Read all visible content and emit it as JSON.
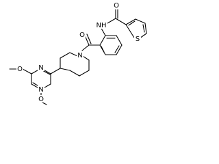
{
  "figure": {
    "type": "chemical-structure",
    "line_color": "#000000",
    "background": "#ffffff",
    "atom_labels": {
      "carbonyl_o_left": "O",
      "carbonyl_o_right": "O",
      "amide_nh": "NH",
      "piperidine_n": "N",
      "thiophene_s": "S",
      "pyrimidine_n_top": "N",
      "pyrimidine_n_bottom": "N",
      "methoxy_o_left": "O",
      "methoxy_o_bottom": "O"
    }
  }
}
